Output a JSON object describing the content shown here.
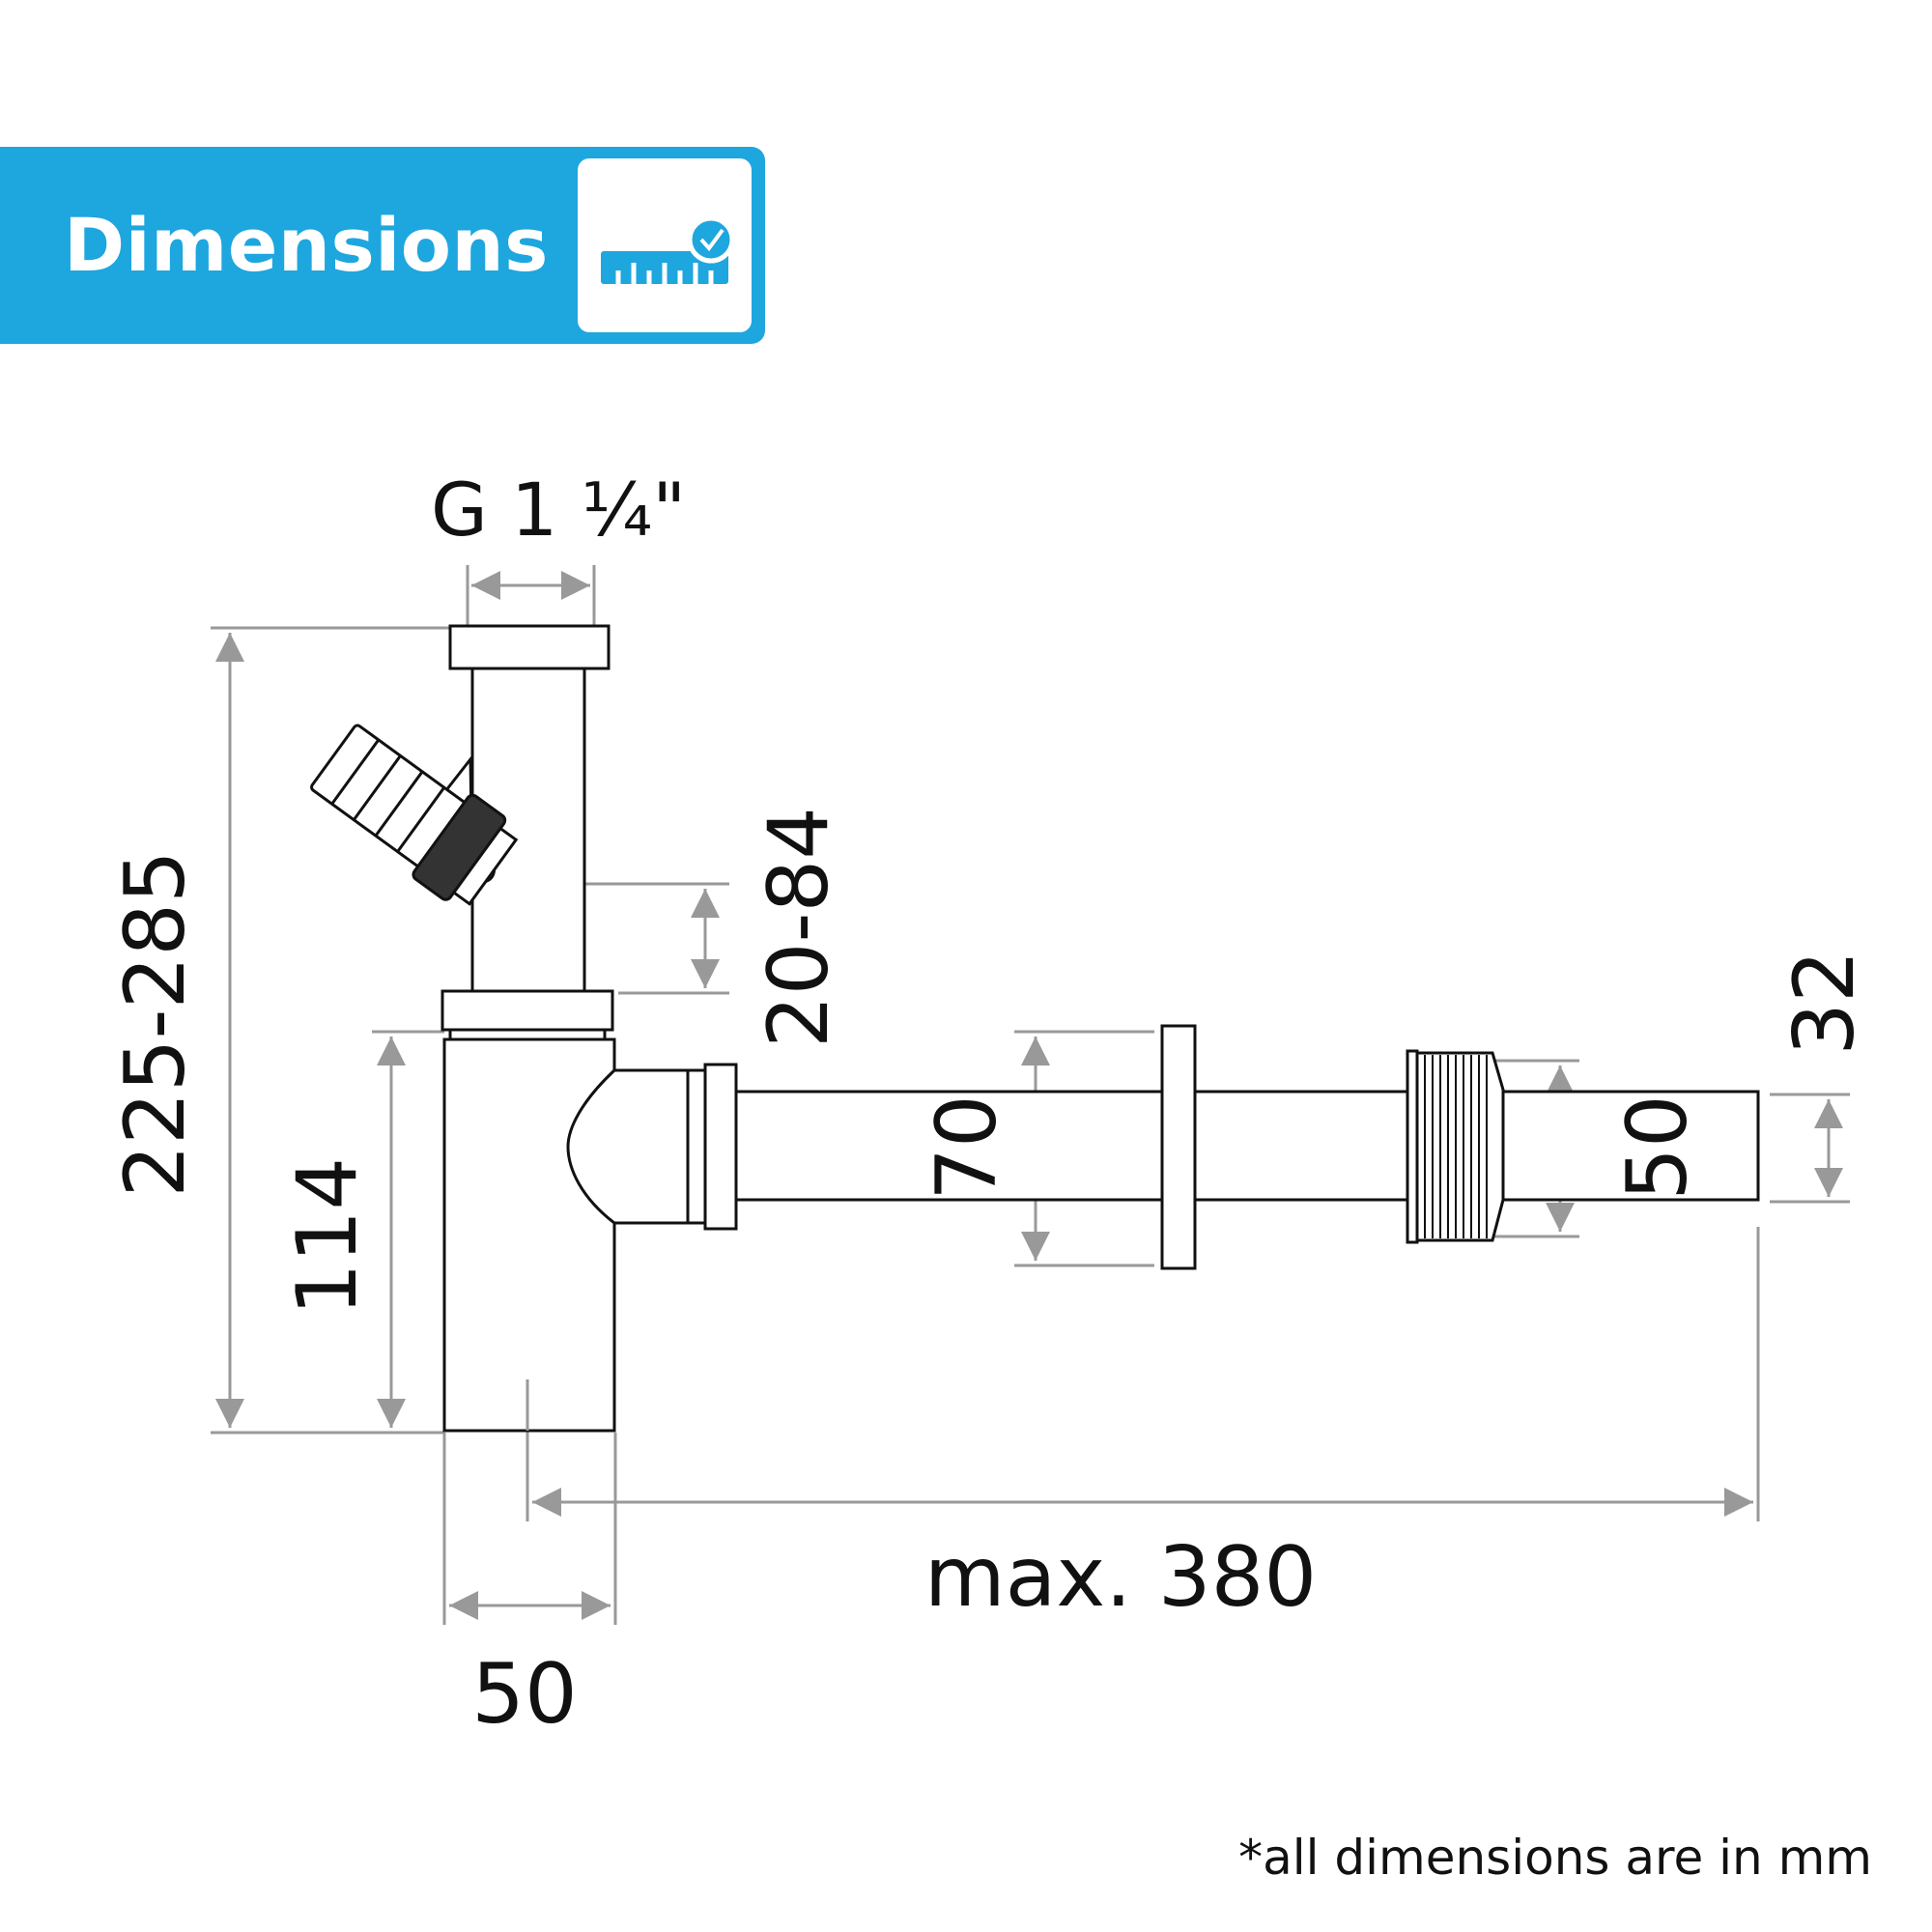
{
  "header": {
    "title": "Dimensions",
    "icon": "ruler-check-icon",
    "accent_color": "#1ea6df"
  },
  "dimensions": {
    "thread_size": "G 1 ¼\"",
    "total_height": "225-285",
    "body_height": "114",
    "adjustment_range": "20-84",
    "rosette_diameter": "70",
    "nut_diameter": "50",
    "pipe_diameter": "32",
    "max_length": "max. 380",
    "body_width": "50"
  },
  "footnote": "*all dimensions are in mm"
}
